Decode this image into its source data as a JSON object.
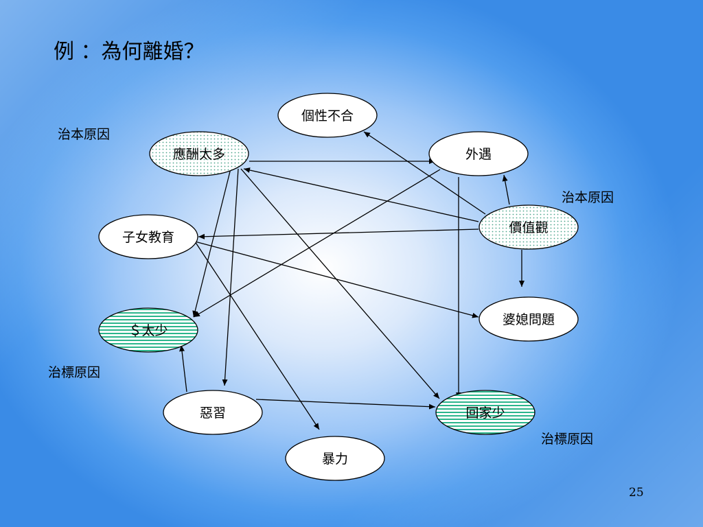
{
  "title": "例 ：為何離婚？",
  "page_number": "25",
  "cause_labels": [
    {
      "id": "root-left",
      "text": "治本原因"
    },
    {
      "id": "root-right",
      "text": "治本原因"
    },
    {
      "id": "symptom-left",
      "text": "治標原因"
    },
    {
      "id": "symptom-right",
      "text": "治標原因"
    }
  ],
  "nodes": [
    {
      "id": "personality",
      "label": "個性不合",
      "fill": "white"
    },
    {
      "id": "socializing",
      "label": "應酬太多",
      "fill": "dots"
    },
    {
      "id": "affair",
      "label": "外遇",
      "fill": "white"
    },
    {
      "id": "children",
      "label": "子女教育",
      "fill": "white"
    },
    {
      "id": "values",
      "label": "價值觀",
      "fill": "dots"
    },
    {
      "id": "in-laws",
      "label": "婆媳問題",
      "fill": "white"
    },
    {
      "id": "money",
      "label": "＄太少",
      "fill": "stripes"
    },
    {
      "id": "bad-habits",
      "label": "惡習",
      "fill": "white"
    },
    {
      "id": "home-less",
      "label": "回家少",
      "fill": "stripes"
    },
    {
      "id": "violence",
      "label": "暴力",
      "fill": "white"
    }
  ],
  "edges": [
    {
      "from": "socializing",
      "to": "affair"
    },
    {
      "from": "socializing",
      "to": "money"
    },
    {
      "from": "socializing",
      "to": "bad-habits"
    },
    {
      "from": "socializing",
      "to": "home-less"
    },
    {
      "from": "values",
      "to": "personality"
    },
    {
      "from": "values",
      "to": "socializing"
    },
    {
      "from": "values",
      "to": "children"
    },
    {
      "from": "values",
      "to": "affair"
    },
    {
      "from": "values",
      "to": "in-laws"
    },
    {
      "from": "affair",
      "to": "money"
    },
    {
      "from": "affair",
      "to": "home-less"
    },
    {
      "from": "children",
      "to": "in-laws"
    },
    {
      "from": "children",
      "to": "violence"
    },
    {
      "from": "bad-habits",
      "to": "money"
    },
    {
      "from": "bad-habits",
      "to": "home-less"
    }
  ],
  "colors": {
    "stripe": "#2bb58c",
    "dot": "#4aa58a",
    "line": "#000000"
  }
}
